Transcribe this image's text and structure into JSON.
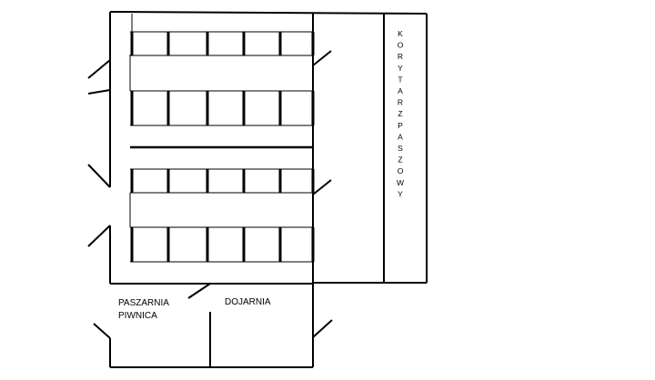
{
  "labels": {
    "paszarnia_line1": "PASZARNIA",
    "paszarnia_line2": "PIWNICA",
    "dojarnia": "DOJARNIA",
    "corridor": "KORYTARZ PASZOWY"
  },
  "corridor_letters": [
    "K",
    "O",
    "R",
    "Y",
    "T",
    "A",
    "R",
    "Z",
    "P",
    "A",
    "S",
    "Z",
    "O",
    "W",
    "Y"
  ],
  "stall_rows": [
    {
      "name": "row-1",
      "stalls": 5
    },
    {
      "name": "row-2",
      "stalls": 5
    },
    {
      "name": "row-3",
      "stalls": 5
    },
    {
      "name": "row-4",
      "stalls": 5
    }
  ],
  "colors": {
    "line": "#000000",
    "background": "#ffffff"
  }
}
